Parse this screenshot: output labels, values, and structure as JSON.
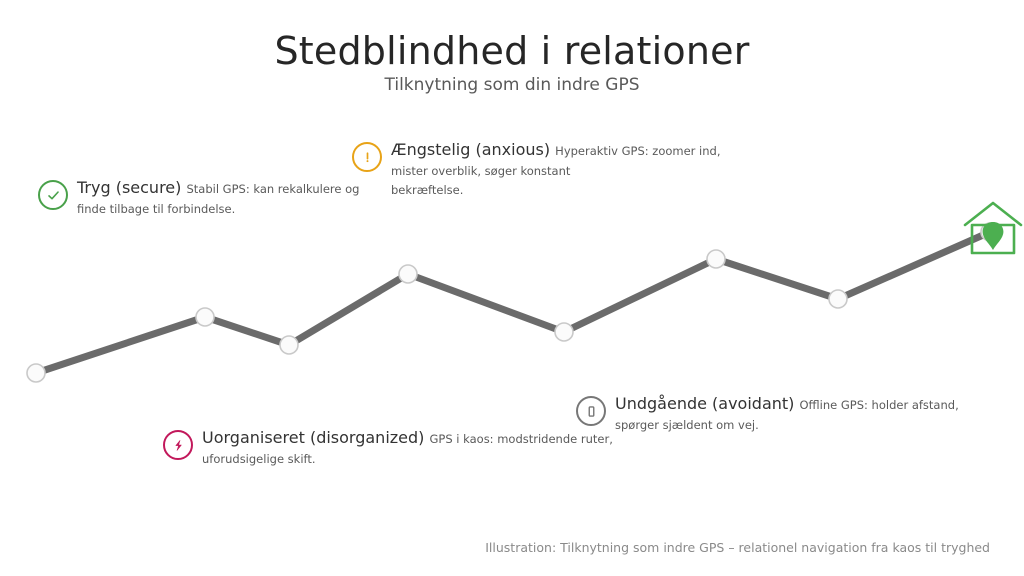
{
  "header": {
    "title": "Stedblindhed i relationer",
    "subtitle": "Tilknytning som din indre GPS"
  },
  "colors": {
    "background": "#ffffff",
    "title": "#262626",
    "subtitle": "#595959",
    "path_stroke": "#6b6b6b",
    "node_fill": "#fbfbfb",
    "node_stroke": "#c9c9c9",
    "secure_green": "#49a14a",
    "anxious_orange": "#e8a317",
    "disorganized_crimson": "#c2185b",
    "avoidant_gray": "#777777",
    "house_green": "#4caf50",
    "footer_text": "#8a8a8a"
  },
  "annotations": [
    {
      "id": "secure",
      "icon": "check-circle-icon",
      "icon_glyph": "✓",
      "color": "#49a14a",
      "heading": "Tryg (secure)",
      "body": "Stabil GPS: kan rekalkulere og\nfinde tilbage til forbindelse."
    },
    {
      "id": "anxious",
      "icon": "exclamation-circle-icon",
      "icon_glyph": "!",
      "color": "#e8a317",
      "heading": "Ængstelig (anxious)",
      "body": "Hyperaktiv GPS: zoomer ind,\nmister overblik, søger konstant\nbekræftelse."
    },
    {
      "id": "disorganized",
      "icon": "lightning-bolt-circle-icon",
      "icon_glyph": "⚡",
      "color": "#c2185b",
      "heading": "Uorganiseret (disorganized)",
      "body": "GPS i kaos: modstridende ruter,\nuforudsigelige skift."
    },
    {
      "id": "avoidant",
      "icon": "offline-phone-circle-icon",
      "icon_glyph": "▯",
      "color": "#777777",
      "heading": "Undgående (avoidant)",
      "body": "Offline GPS: holder afstand,\nspørger sjældent om vej."
    }
  ],
  "chart_data": {
    "type": "line",
    "title": "Stedblindhed i relationer",
    "subtitle": "Tilknytning som din indre GPS",
    "xlabel": "",
    "ylabel": "",
    "grid": false,
    "legend": "none",
    "axis_visible": false,
    "x": [
      36,
      205,
      289,
      408,
      564,
      716,
      838,
      990
    ],
    "y": [
      373,
      317,
      345,
      274,
      332,
      259,
      299,
      232
    ],
    "point_count": 8,
    "stroke_width": 7,
    "note": "Zig-zag route polyline from lower-left to upper-right ending at a green house marker"
  },
  "markers": {
    "house": {
      "name": "home-house-icon",
      "inner": "map-pin-icon",
      "color": "#4caf50"
    }
  },
  "footer": {
    "caption": "Illustration: Tilknytning som indre GPS – relationel navigation fra kaos til tryghed"
  }
}
